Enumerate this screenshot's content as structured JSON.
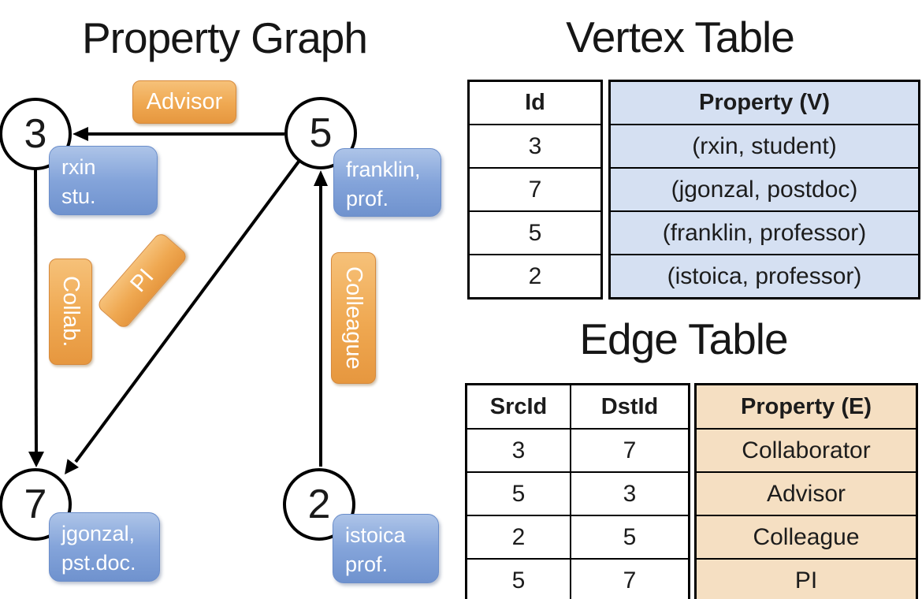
{
  "titles": {
    "graph": "Property Graph",
    "vertex": "Vertex Table",
    "edge": "Edge Table"
  },
  "graph": {
    "nodes": [
      {
        "id": "3",
        "property_line1": "rxin",
        "property_line2": "stu."
      },
      {
        "id": "5",
        "property_line1": "franklin,",
        "property_line2": "prof."
      },
      {
        "id": "7",
        "property_line1": "jgonzal,",
        "property_line2": "pst.doc."
      },
      {
        "id": "2",
        "property_line1": "istoica",
        "property_line2": "prof."
      }
    ],
    "edge_labels": {
      "advisor": "Advisor",
      "collab": "Collab.",
      "pi": "PI",
      "colleague": "Colleague"
    }
  },
  "vertex_table": {
    "headers": {
      "id": "Id",
      "property": "Property (V)"
    },
    "rows": [
      {
        "id": "3",
        "property": "(rxin, student)"
      },
      {
        "id": "7",
        "property": "(jgonzal, postdoc)"
      },
      {
        "id": "5",
        "property": "(franklin, professor)"
      },
      {
        "id": "2",
        "property": "(istoica, professor)"
      }
    ]
  },
  "edge_table": {
    "headers": {
      "src": "SrcId",
      "dst": "DstId",
      "property": "Property (E)"
    },
    "rows": [
      {
        "src": "3",
        "dst": "7",
        "property": "Collaborator"
      },
      {
        "src": "5",
        "dst": "3",
        "property": "Advisor"
      },
      {
        "src": "2",
        "dst": "5",
        "property": "Colleague"
      },
      {
        "src": "5",
        "dst": "7",
        "property": "PI"
      }
    ]
  },
  "colors": {
    "edge_label_fill": "#efa851",
    "edge_label_border": "#d6893c",
    "vertex_box_fill": "#7e9fd8",
    "vertex_box_border": "#6a8dca",
    "vertex_table_cell_bg": "#d5e0f2",
    "edge_table_cell_bg": "#f5dfc2",
    "line_color": "#000000",
    "text_on_fill": "#ffffff",
    "title_color": "#161616"
  }
}
